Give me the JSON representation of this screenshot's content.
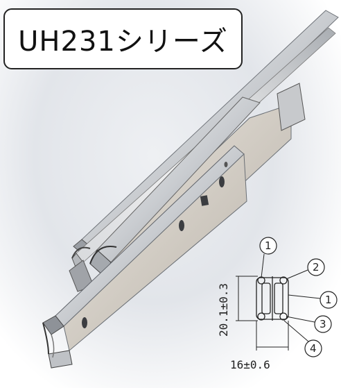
{
  "title": "UH231シリーズ",
  "drawing": {
    "height_dimension": "20.1±0.3",
    "width_dimension": "16±0.6",
    "callouts": [
      "1",
      "2",
      "1",
      "3",
      "4"
    ]
  }
}
